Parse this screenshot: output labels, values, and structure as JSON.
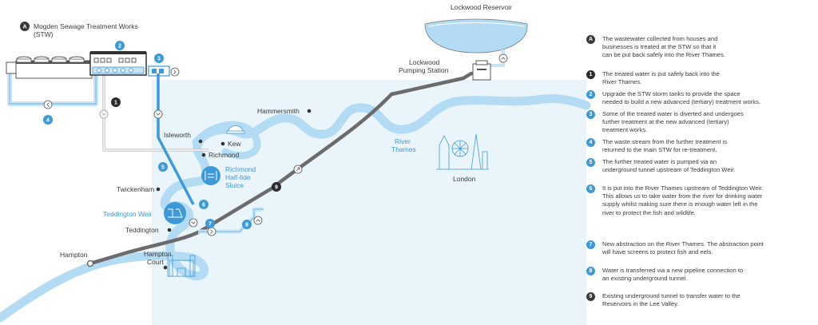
{
  "title": {
    "badge": "A",
    "line1": "Mogden Sewage Treatment Works",
    "line2": "(STW)"
  },
  "places": {
    "lockwood_reservoir": "Lockwood Reservoir",
    "lockwood_pumping_1": "Lockwood",
    "lockwood_pumping_2": "Pumping Station",
    "hammersmith": "Hammersmith",
    "isleworth": "Isleworth",
    "kew": "Kew",
    "richmond": "Richmond",
    "richmond_sluice_1": "Richmond",
    "richmond_sluice_2": "Half-tide",
    "richmond_sluice_3": "Sluice",
    "twickenham": "Twickenham",
    "teddington_weir": "Teddington Weir",
    "teddington": "Teddington",
    "river_thames_1": "River",
    "river_thames_2": "Thames",
    "london": "London",
    "hampton": "Hampton",
    "hampton_court_1": "Hampton",
    "hampton_court_2": "Court"
  },
  "map_badges": [
    "1",
    "2",
    "3",
    "4",
    "5",
    "6",
    "7",
    "8",
    "9"
  ],
  "legend": [
    {
      "badge": "A",
      "color": "#3a3a3a",
      "lines": [
        "The wastewater collected from houses and",
        "businesses is treated at the STW so that it",
        "can be put back safely into the River Thames."
      ]
    },
    {
      "badge": "1",
      "color": "#2b2b2b",
      "lines": [
        "The treated water is put safely back into the",
        "River Thames."
      ]
    },
    {
      "badge": "2",
      "color": "#3d9ad6",
      "lines": [
        "Upgrade the STW storm tanks to provide the space",
        "needed to build a new advanced (tertiary) treatment works."
      ]
    },
    {
      "badge": "3",
      "color": "#3d9ad6",
      "lines": [
        "Some of the treated water is diverted and undergoes",
        "further treatment at the new advanced (tertiary)",
        "treatment works."
      ]
    },
    {
      "badge": "4",
      "color": "#3d9ad6",
      "lines": [
        "The waste stream from the further treatment is",
        "returned to the main STW for re-treatment."
      ]
    },
    {
      "badge": "5",
      "color": "#3d9ad6",
      "lines": [
        "The further treated water is pumped via an",
        "underground tunnel upstream of Teddington Weir."
      ]
    },
    {
      "badge": "6",
      "color": "#3d9ad6",
      "lines": [
        "It is put into the River Thames upstream of Teddington Weir.",
        "This allows us to take water from the river for drinking water",
        "supply whilst making sure there is enough water left in the",
        "river to protect the fish and wildlife."
      ]
    },
    {
      "badge": "7",
      "color": "#3d9ad6",
      "lines": [
        "New abstraction on the River Thames. The abstraction point",
        "will have screens to protect fish and eels."
      ]
    },
    {
      "badge": "8",
      "color": "#3d9ad6",
      "lines": [
        "Water is transferred via a new pipeline connection to",
        "an existing underground tunnel."
      ]
    },
    {
      "badge": "9",
      "color": "#3a3a3a",
      "lines": [
        "Existing underground tunnel to transfer water to the",
        "Reservoirs in the Lee Valley."
      ]
    }
  ],
  "colors": {
    "river": "#b3dcf4",
    "area": "#eaf4fb",
    "blue": "#3d9ad6",
    "tunnel": "#6b6b6b",
    "pipe_light": "#c8e4f6"
  }
}
